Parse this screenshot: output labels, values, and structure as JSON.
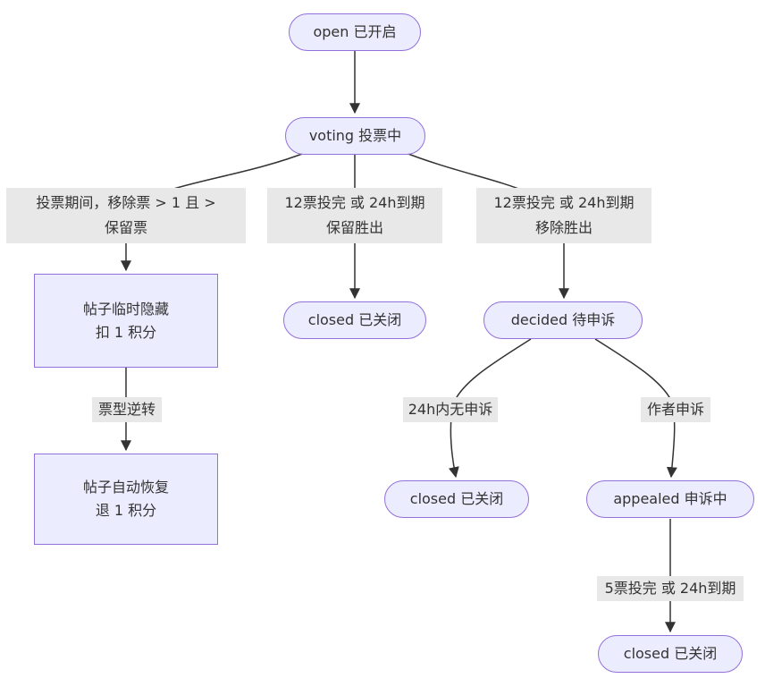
{
  "diagram": {
    "type": "flowchart",
    "nodes": {
      "open": {
        "label": "open 已开启"
      },
      "voting": {
        "label": "voting 投票中"
      },
      "temp_hidden": {
        "label": "帖子临时隐藏\n扣 1 积分"
      },
      "closed_keep": {
        "label": "closed 已关闭"
      },
      "decided": {
        "label": "decided 待申诉"
      },
      "auto_restore": {
        "label": "帖子自动恢复\n退 1 积分"
      },
      "closed_noappeal": {
        "label": "closed 已关闭"
      },
      "appealed": {
        "label": "appealed 申诉中"
      },
      "closed_final": {
        "label": "closed 已关闭"
      }
    },
    "edge_labels": {
      "voting_to_temp_hidden": "投票期间，移除票 > 1 且 >\n保留票",
      "voting_to_closed": "12票投完 或 24h到期\n保留胜出",
      "voting_to_decided": "12票投完 或 24h到期\n移除胜出",
      "temp_hidden_to_restore": "票型逆转",
      "decided_to_closed": "24h内无申诉",
      "decided_to_appealed": "作者申诉",
      "appealed_to_closed": "5票投完 或 24h到期"
    },
    "colors": {
      "node_fill": "#ECECFF",
      "node_border": "#9370DB",
      "edge_label_bg": "#e8e8e8",
      "edge_line": "#333333",
      "text": "#333333",
      "background": "#ffffff"
    }
  }
}
